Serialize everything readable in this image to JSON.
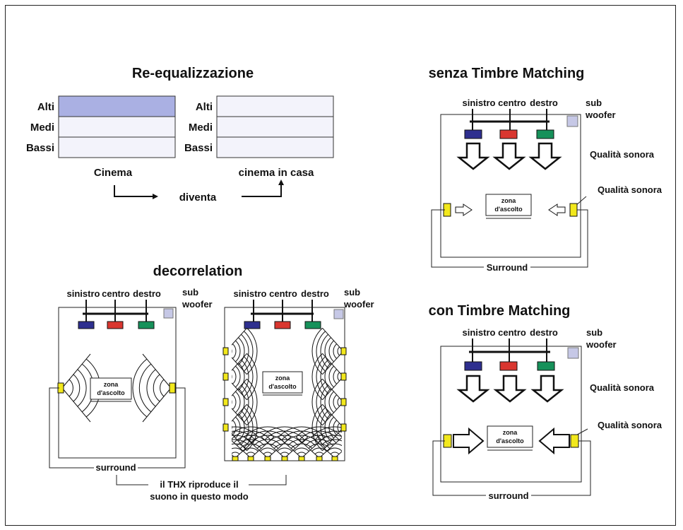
{
  "reeq": {
    "title": "Re-equalizzazione",
    "bands": [
      "Alti",
      "Medi",
      "Bassi"
    ],
    "left_caption": "Cinema",
    "right_caption": "cinema in casa",
    "becomes": "diventa",
    "highlighted_band_left": "Alti"
  },
  "speakers": {
    "left": "sinistro",
    "center": "centro",
    "right": "destro",
    "sub_line1": "sub",
    "sub_line2": "woofer",
    "zone_line1": "zona",
    "zone_line2": "d'ascolto"
  },
  "decorrelation": {
    "title": "decorrelation",
    "surround": "surround",
    "caption_line1": "il THX riproduce il",
    "caption_line2": "suono in questo modo"
  },
  "without_tm": {
    "title": "senza Timbre Matching",
    "quality_front": "Qualità sonora",
    "quality_surround": "Qualità sonora",
    "surround": "Surround"
  },
  "with_tm": {
    "title": "con Timbre Matching",
    "quality_front": "Qualità sonora",
    "quality_surround": "Qualità sonora",
    "surround": "surround"
  },
  "colors": {
    "left_speaker": "#2e2f8f",
    "center_speaker": "#d9362f",
    "right_speaker": "#16915a",
    "surround_speaker": "#f2e81c",
    "subwoofer": "#c6c8e6",
    "alti_highlight": "#aab0e3",
    "band_fill": "#f3f3fb"
  }
}
